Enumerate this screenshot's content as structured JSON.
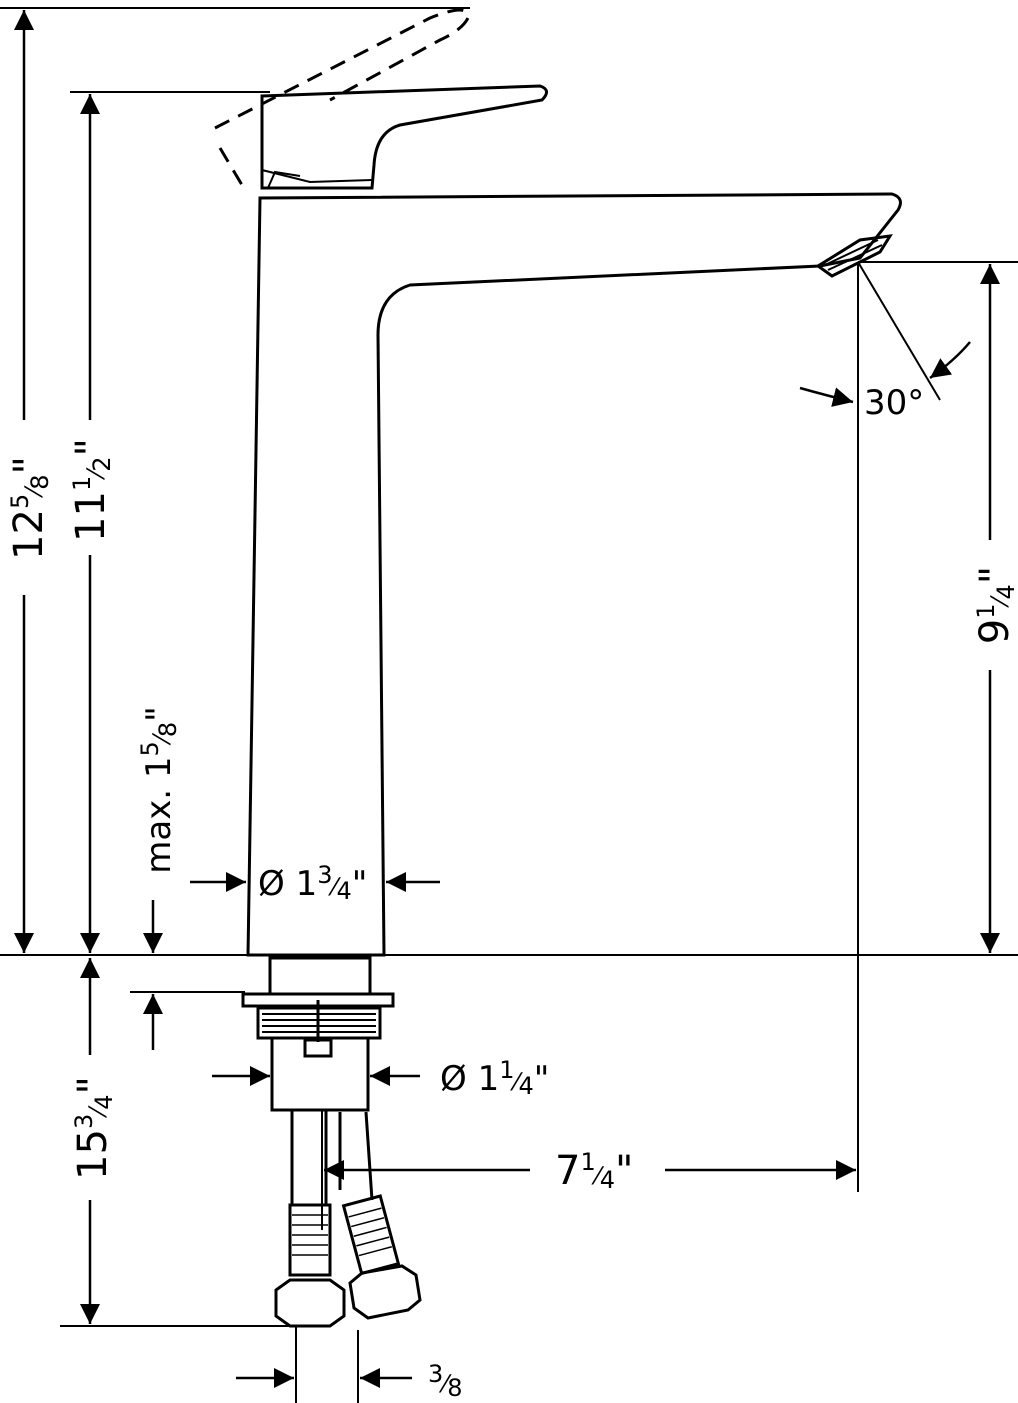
{
  "dimensions": {
    "total_height": {
      "whole": "12",
      "num": "5",
      "den": "8",
      "unit": "\""
    },
    "body_height": {
      "whole": "11",
      "num": "1",
      "den": "2",
      "unit": "\""
    },
    "spout_height": {
      "whole": "9",
      "num": "1",
      "den": "4",
      "unit": "\""
    },
    "max_deck": {
      "prefix": "max. 1",
      "num": "5",
      "den": "8",
      "unit": "\""
    },
    "body_diameter": {
      "prefix": "Ø 1",
      "num": "3",
      "den": "4",
      "unit": "\""
    },
    "shank_diameter": {
      "prefix": "Ø 1",
      "num": "1",
      "den": "4",
      "unit": "\""
    },
    "spout_reach": {
      "whole": "7",
      "num": "1",
      "den": "4",
      "unit": "\""
    },
    "hose_length": {
      "whole": "15",
      "num": "3",
      "den": "4",
      "unit": "\""
    },
    "connection": {
      "num": "3",
      "den": "8"
    },
    "spray_angle": {
      "value": "30°"
    }
  }
}
